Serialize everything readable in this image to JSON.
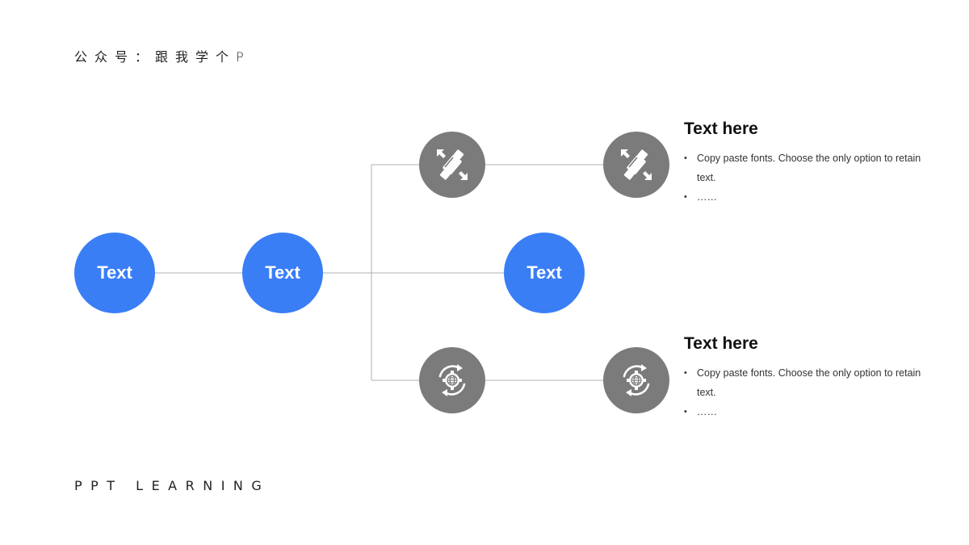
{
  "header": {
    "title": "公众号：跟我学个P"
  },
  "footer": {
    "label": "PPT LEARNING"
  },
  "nodes": {
    "root": {
      "label": "Text"
    },
    "middle": {
      "label": "Text"
    },
    "center_branch": {
      "label": "Text"
    }
  },
  "icons": {
    "top": "satellite-icon",
    "bottom": "globe-gear-sync-icon"
  },
  "colors": {
    "accent": "#3a7ef6",
    "icon_circle": "#7b7b7b",
    "connector": "#b0b0b0"
  },
  "info_blocks": [
    {
      "title": "Text here",
      "bullets": [
        "Copy paste fonts. Choose the only option to retain text.",
        "……"
      ]
    },
    {
      "title": "Text here",
      "bullets": [
        "Copy paste fonts. Choose the only option to retain text.",
        "……"
      ]
    }
  ]
}
